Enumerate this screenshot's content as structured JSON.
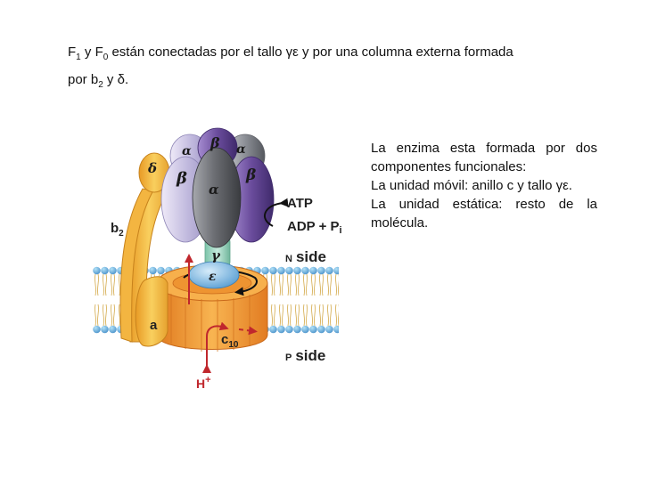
{
  "caption": {
    "part1": "F",
    "sub1": "1",
    "part2": " y F",
    "sub2": "0",
    "part3": " están conectadas por el tallo γε y por una columna externa formada",
    "line2_part1": "por b",
    "line2_sub": "2",
    "line2_part2": " y δ."
  },
  "description": {
    "line1": "La enzima esta formada por dos componentes funcionales:",
    "line2": "La unidad móvil: anillo c y tallo γε.",
    "line3": "La unidad estática: resto de la molécula."
  },
  "diagram_labels": {
    "beta_top": "β",
    "alpha_left": "α",
    "alpha_right": "α",
    "delta": "δ",
    "beta_left": "β",
    "alpha_front": "α",
    "beta_right": "β",
    "gamma": "γ",
    "epsilon": "ε",
    "b2": "b",
    "b2_sub": "2",
    "a": "a",
    "c10": "c",
    "c10_sub": "10",
    "atp": "ATP",
    "adp": "ADP + P",
    "adp_sub": "i",
    "n_letter": "N",
    "n_side": "side",
    "p_letter": "P",
    "p_side": "side",
    "h_plus": "H",
    "h_sup": "+"
  },
  "colors": {
    "beta_purple": "#6a4c9c",
    "alpha_gray": "#8c8f96",
    "alpha_lavender": "#c4bde0",
    "stalk_green": "#9ed8c3",
    "epsilon_blue": "#7fb6df",
    "ring_orange": "#f4a33b",
    "stator_yellow": "#f6c04a",
    "membrane_blue": "#8fc3ea",
    "arrow_red": "#c0272d"
  }
}
